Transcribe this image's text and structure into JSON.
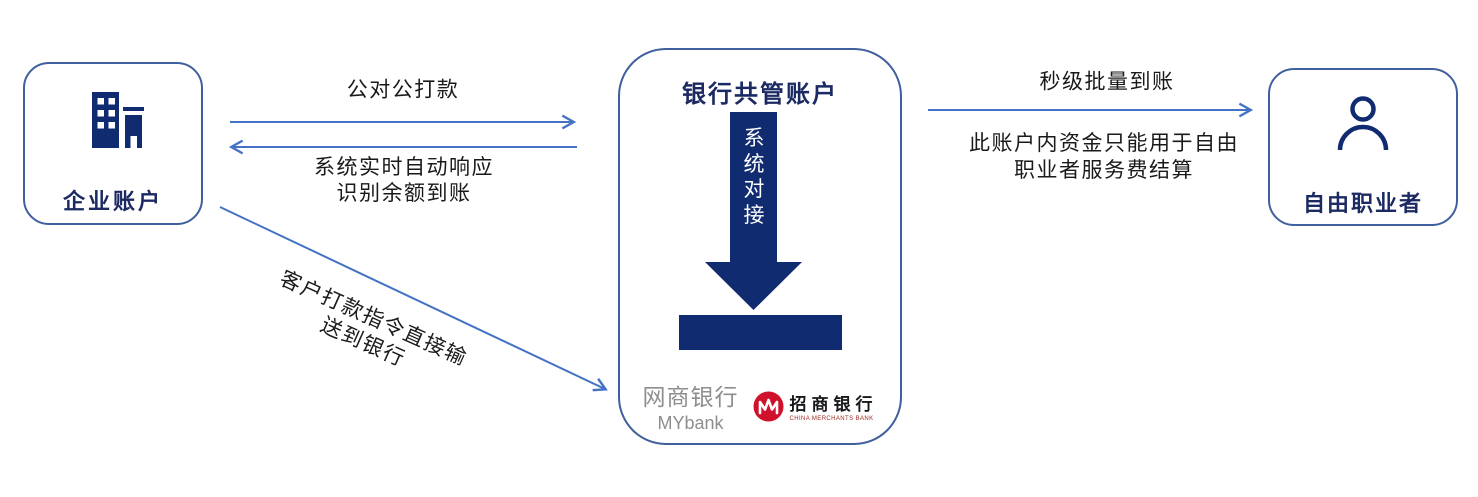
{
  "colors": {
    "navy_fill": "#112b70",
    "navy_text": "#1c2a63",
    "border_blue": "#3f5f9e",
    "connector_blue": "#4472c4",
    "text_black": "#1a1a1a",
    "mybank_gray": "#8e8e8e",
    "cmb_red": "#d0112b"
  },
  "enterprise_box": {
    "label": "企业账户"
  },
  "bank_box": {
    "title": "银行共管账户",
    "arrow_label": "系统对接",
    "mybank_logo": {
      "cn": "网商银行",
      "en": "MYbank"
    },
    "cmb_logo": {
      "monogram": "M",
      "cn": "招商银行",
      "en": "CHINA MERCHANTS BANK"
    }
  },
  "freelancer_box": {
    "label": "自由职业者"
  },
  "flows": {
    "to_bank": {
      "label": "公对公打款"
    },
    "to_enterprise": {
      "line1": "系统实时自动响应",
      "line2": "识别余额到账"
    },
    "instruction": {
      "line1": "客户打款指令直接输",
      "line2": "送到银行"
    },
    "to_freelancer": {
      "label": "秒级批量到账",
      "note1": "此账户内资金只能用于自由",
      "note2": "职业者服务费结算"
    }
  }
}
